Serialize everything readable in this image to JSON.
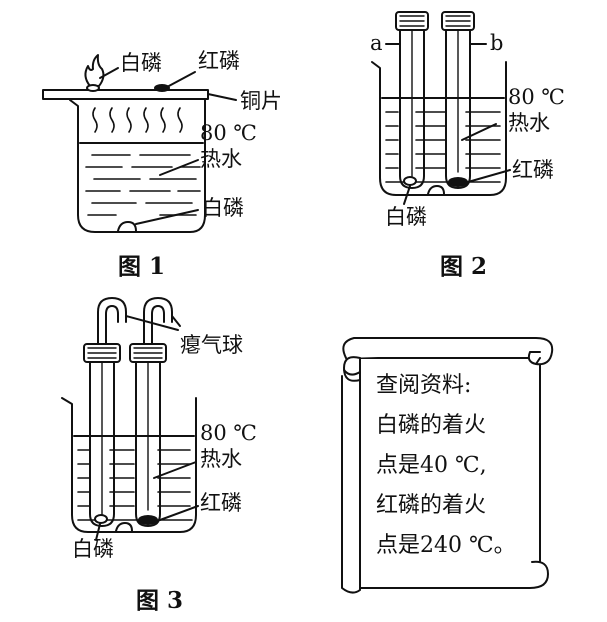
{
  "figure1": {
    "caption": "图 1",
    "labels": {
      "white_phosphorus_top": "白磷",
      "red_phosphorus": "红磷",
      "copper_sheet": "铜片",
      "temperature": "80 ℃",
      "hot_water": "热水",
      "white_phosphorus_bottom": "白磷"
    }
  },
  "figure2": {
    "caption": "图 2",
    "labels": {
      "tube_a": "a",
      "tube_b": "b",
      "temperature": "80 ℃",
      "hot_water": "热水",
      "red_phosphorus": "红磷",
      "white_phosphorus": "白磷"
    }
  },
  "figure3": {
    "caption": "图 3",
    "labels": {
      "balloon": "瘪气球",
      "temperature": "80 ℃",
      "hot_water": "热水",
      "red_phosphorus": "红磷",
      "white_phosphorus": "白磷"
    }
  },
  "scroll_note": {
    "lines": [
      "查阅资料:",
      "白磷的着火",
      "点是40 ℃,",
      "红磷的着火",
      "点是240 ℃。"
    ]
  }
}
